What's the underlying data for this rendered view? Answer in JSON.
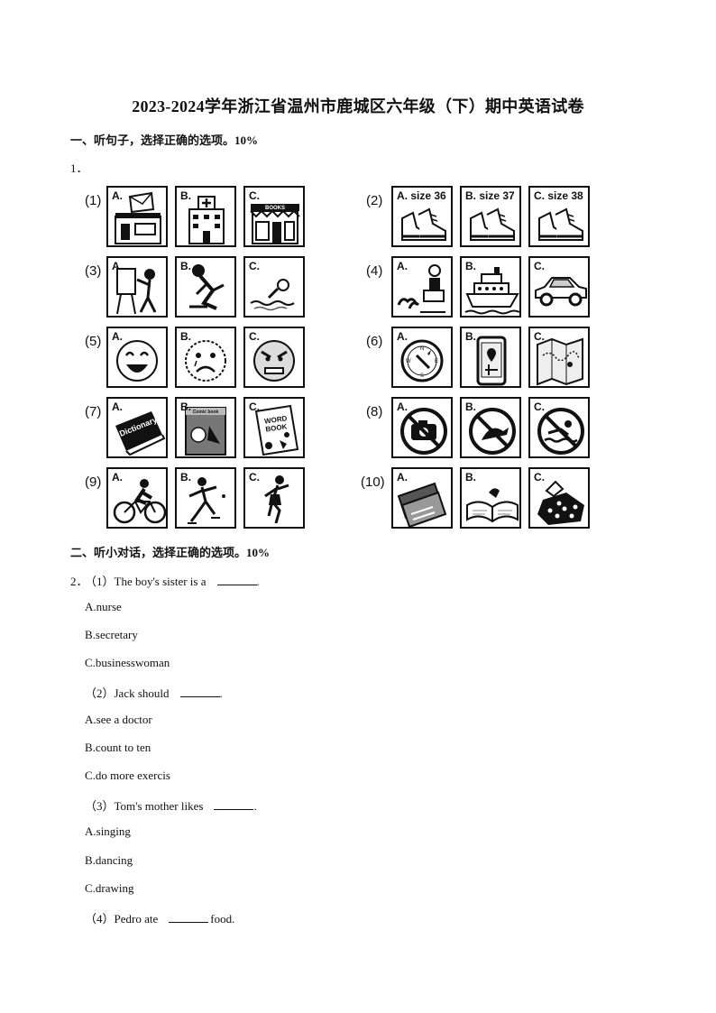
{
  "title": "2023-2024学年浙江省温州市鹿城区六年级（下）期中英语试卷",
  "section1": {
    "heading": "一、听句子，选择正确的选项。10%",
    "question_number": "1．",
    "rows": [
      {
        "label": "(1)",
        "options": [
          "A.",
          "B.",
          "C."
        ],
        "icons": [
          "post-office-icon",
          "hospital-icon",
          "bookshop-icon"
        ],
        "sign_text": "BOOKS"
      },
      {
        "label": "(2)",
        "options": [
          "A. size 36",
          "B. size 37",
          "C. size 38"
        ],
        "icons": [
          "sneakers-icon",
          "sneakers-icon",
          "sneakers-icon"
        ]
      },
      {
        "label": "(3)",
        "options": [
          "A.",
          "B.",
          "C."
        ],
        "icons": [
          "painting-person-icon",
          "tying-shoes-icon",
          "swimming-icon"
        ]
      },
      {
        "label": "(4)",
        "options": [
          "A.",
          "B.",
          "C."
        ],
        "icons": [
          "dog-sled-icon",
          "ship-icon",
          "car-icon"
        ]
      },
      {
        "label": "(5)",
        "options": [
          "A.",
          "B.",
          "C."
        ],
        "icons": [
          "happy-face-icon",
          "sad-face-icon",
          "angry-face-icon"
        ]
      },
      {
        "label": "(6)",
        "options": [
          "A.",
          "B.",
          "C."
        ],
        "icons": [
          "compass-icon",
          "phone-map-icon",
          "paper-map-icon"
        ],
        "compass_letters": [
          "N",
          "S",
          "W",
          "E"
        ]
      },
      {
        "label": "(7)",
        "options": [
          "A.",
          "B.",
          "C."
        ],
        "icons": [
          "dictionary-icon",
          "comic-book-icon",
          "word-book-icon"
        ],
        "dictionary_text": "Dictionary",
        "comic_text": "Comic book",
        "word_book_text": "WORD BOOK"
      },
      {
        "label": "(8)",
        "options": [
          "A.",
          "B.",
          "C."
        ],
        "icons": [
          "no-photos-icon",
          "no-fishing-icon",
          "no-swimming-icon"
        ]
      },
      {
        "label": "(9)",
        "options": [
          "A.",
          "B.",
          "C."
        ],
        "icons": [
          "cycling-icon",
          "skating-icon",
          "dancing-icon"
        ]
      },
      {
        "label": "(10)",
        "options": [
          "A.",
          "B.",
          "C."
        ],
        "icons": [
          "newspapers-icon",
          "open-book-icon",
          "puzzle-icon"
        ]
      }
    ]
  },
  "section2": {
    "heading": "二、听小对话，选择正确的选项。10%",
    "question_number": "2．",
    "items": [
      {
        "stem": "（1）The boy's sister is a",
        "after": ".",
        "choices": [
          "A.nurse",
          "B.secretary",
          "C.businesswoman"
        ]
      },
      {
        "stem": "（2）Jack should",
        "after": ".",
        "choices": [
          "A.see a doctor",
          "B.count to ten",
          "C.do more exercis"
        ]
      },
      {
        "stem": "（3）Tom's mother likes",
        "after": ".",
        "choices": [
          "A.singing",
          "B.dancing",
          "C.drawing"
        ]
      },
      {
        "stem": "（4）Pedro ate",
        "after": "food.",
        "choices": []
      }
    ]
  }
}
